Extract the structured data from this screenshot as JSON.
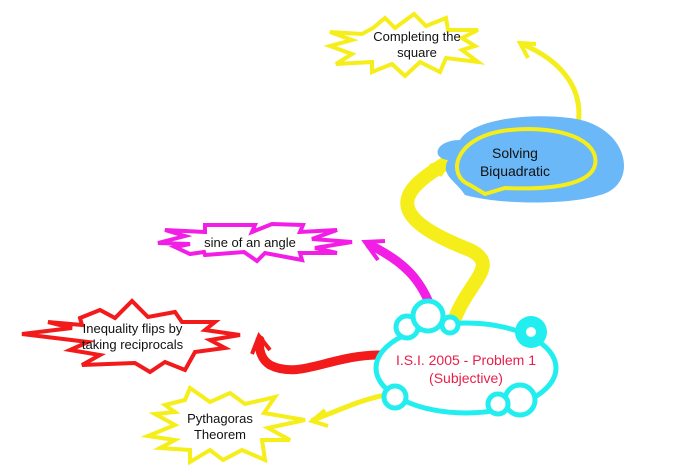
{
  "central_topic": {
    "line1": "I.S.I. 2005 - Problem 1",
    "line2": "(Subjective)",
    "border_color": "#22eef0",
    "text_color": "#e8204a"
  },
  "nodes": [
    {
      "id": "completing-square",
      "line1": "Completing the",
      "line2": "square",
      "shape": "starburst",
      "color": "#f6ee1a"
    },
    {
      "id": "solving-biquadratic",
      "line1": "Solving",
      "line2": "Biquadratic",
      "shape": "callout",
      "color": "#6ab8f7",
      "border": "#f6ee1a"
    },
    {
      "id": "sine-of-angle",
      "line1": "sine of an angle",
      "line2": "",
      "shape": "starburst",
      "color": "#f21ee6"
    },
    {
      "id": "inequality-flips",
      "line1": "Inequality flips by",
      "line2": "taking reciprocals",
      "shape": "starburst",
      "color": "#f21a1a"
    },
    {
      "id": "pythagoras",
      "line1": "Pythagoras",
      "line2": "Theorem",
      "shape": "starburst",
      "color": "#f6ee1a"
    }
  ],
  "connectors": [
    {
      "from": "central",
      "to": "solving-biquadratic",
      "color": "#f6ee1a"
    },
    {
      "from": "solving-biquadratic",
      "to": "completing-square",
      "color": "#f6ee1a"
    },
    {
      "from": "central",
      "to": "sine-of-angle",
      "color": "#f21ee6"
    },
    {
      "from": "central",
      "to": "inequality-flips",
      "color": "#f21a1a"
    },
    {
      "from": "central",
      "to": "pythagoras",
      "color": "#f6ee1a"
    }
  ]
}
